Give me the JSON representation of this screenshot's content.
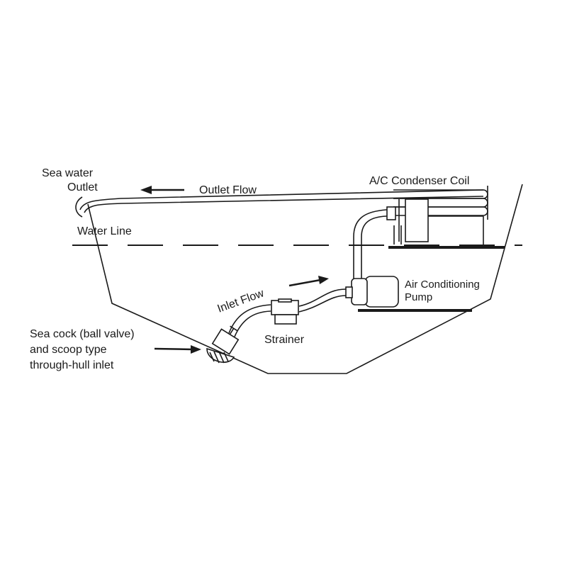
{
  "labels": {
    "outlet_line1": "Sea water",
    "outlet_line2": "Outlet",
    "outlet_flow": "Outlet Flow",
    "condenser": "A/C Condenser Coil",
    "water_line": "Water Line",
    "pump_line1": "Air Conditioning",
    "pump_line2": "Pump",
    "inlet_flow": "Inlet Flow",
    "strainer": "Strainer",
    "seacock_line1": "Sea cock (ball valve)",
    "seacock_line2": "and scoop type",
    "seacock_line3": "through-hull inlet"
  },
  "colors": {
    "ink": "#1a1a1a",
    "background": "#ffffff"
  }
}
